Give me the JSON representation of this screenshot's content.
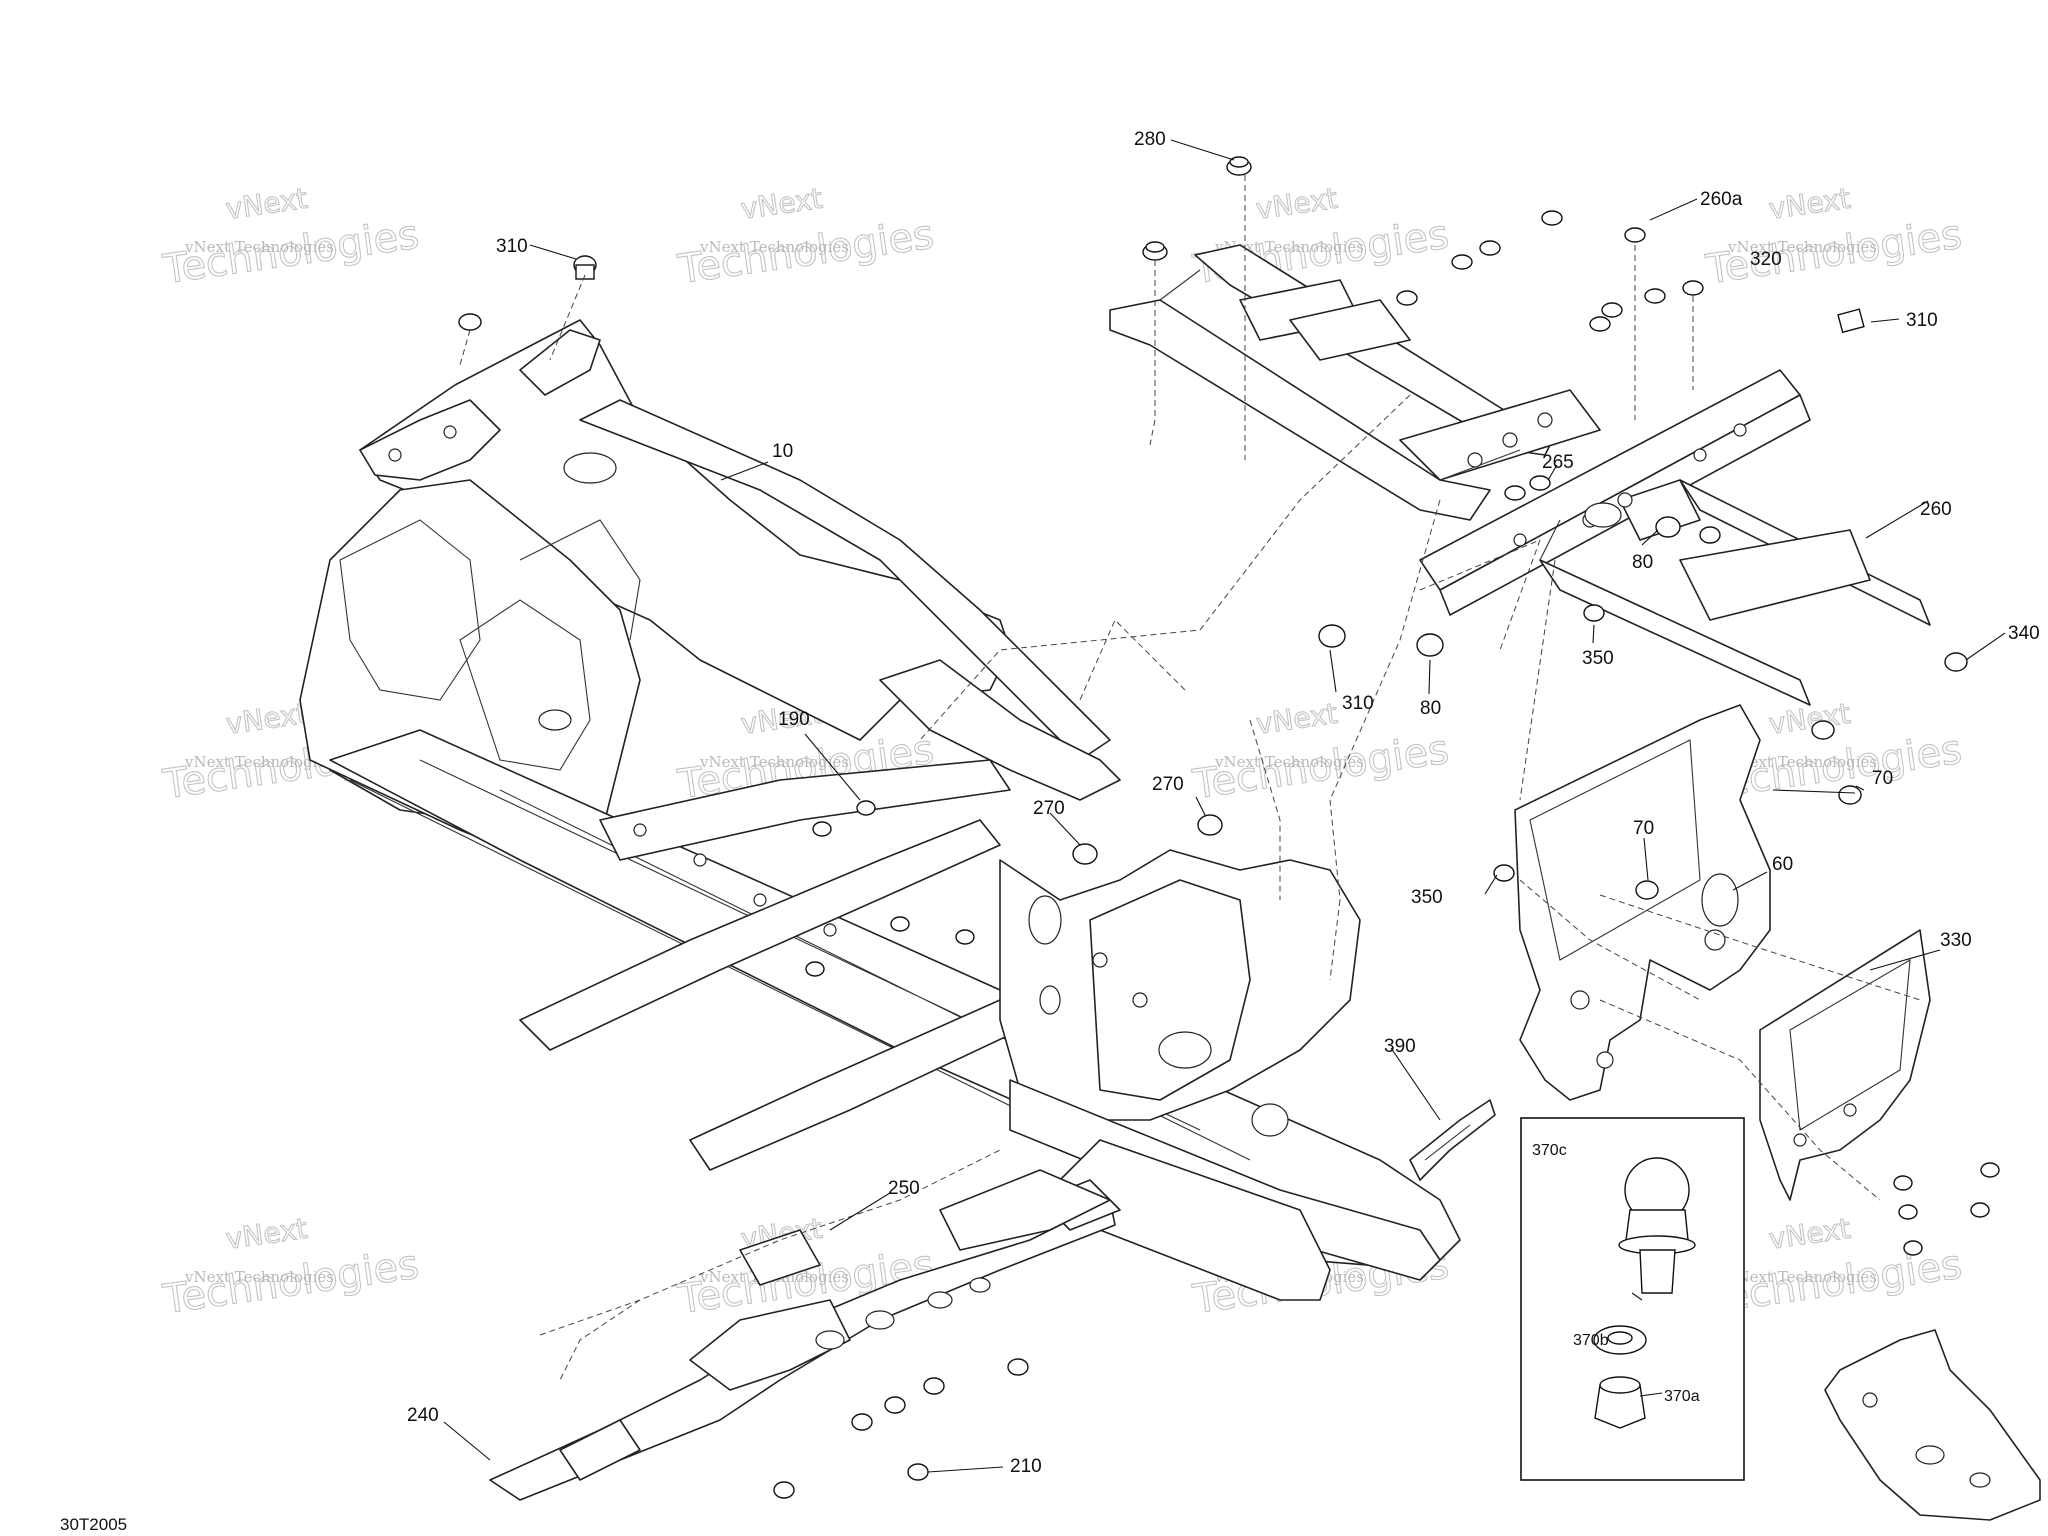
{
  "diagram": {
    "reference_code": "30T2005",
    "watermark_text": "vNext Technologies",
    "callouts": {
      "c10": "10",
      "c60": "60",
      "c70a": "70",
      "c70b": "70",
      "c80a": "80",
      "c80b": "80",
      "c190": "190",
      "c210": "210",
      "c240": "240",
      "c250": "250",
      "c260": "260",
      "c260a": "260a",
      "c265": "265",
      "c270a": "270",
      "c270b": "270",
      "c280": "280",
      "c310a": "310",
      "c310b": "310",
      "c310c": "310",
      "c320": "320",
      "c330": "330",
      "c340": "340",
      "c350a": "350",
      "c350b": "350",
      "c390": "390"
    },
    "detail_box": {
      "c370c": "370c",
      "c370b": "370b",
      "c370a": "370a"
    }
  }
}
